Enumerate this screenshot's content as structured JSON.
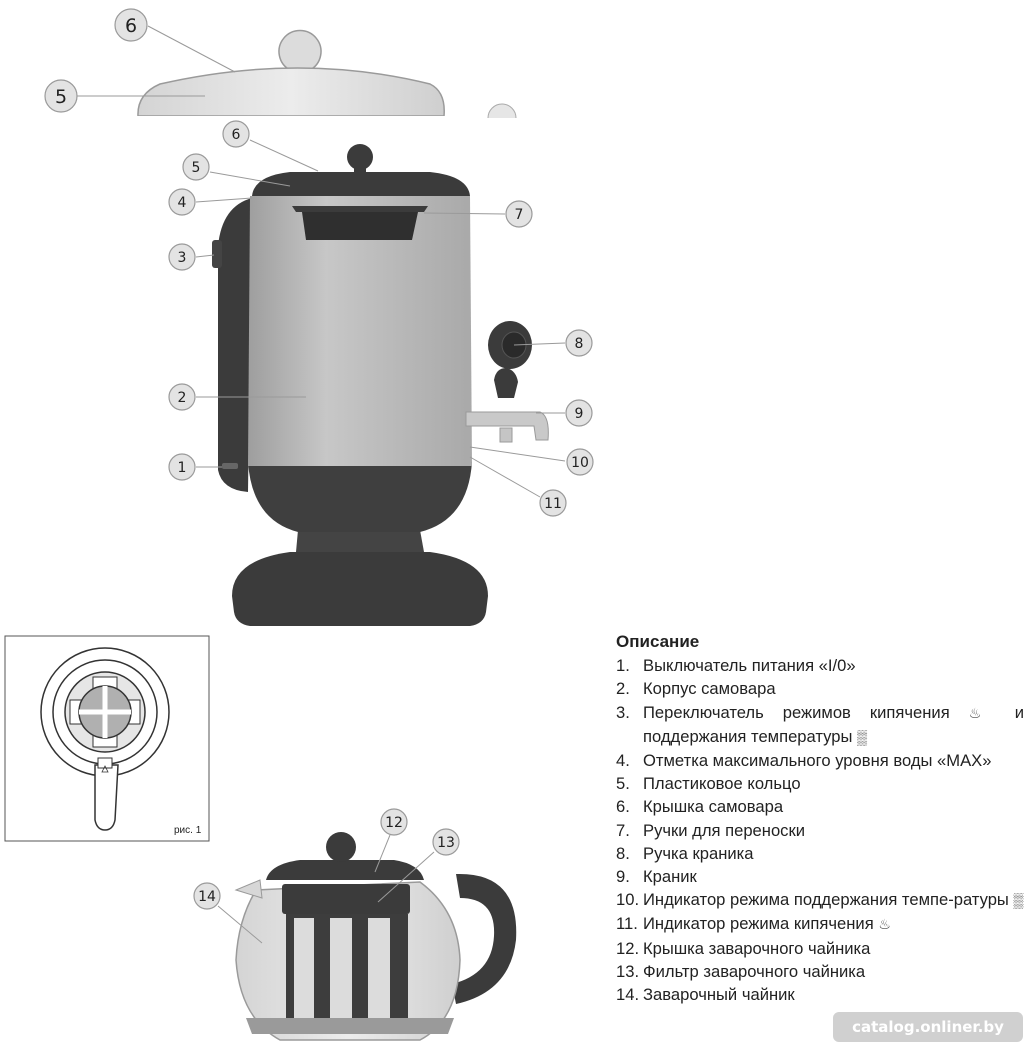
{
  "callouts": {
    "c1": "1",
    "c2": "2",
    "c3": "3",
    "c4": "4",
    "c5": "5",
    "c6": "6",
    "c7": "7",
    "c8": "8",
    "c9": "9",
    "c10": "10",
    "c11": "11",
    "c12": "12",
    "c13": "13",
    "c14": "14",
    "top5": "5",
    "top6": "6"
  },
  "figure_caption": "рис. 1",
  "description": {
    "heading": "Описание",
    "items": [
      {
        "num": "1.",
        "text": "Выключатель питания «I/0»"
      },
      {
        "num": "2.",
        "text": "Корпус самовара"
      },
      {
        "num": "3.",
        "text_a": "Переключатель режимов кипячения",
        "text_b": "и поддержания температуры",
        "icon_boil": "boil-icon",
        "icon_heat": "keep-warm-icon"
      },
      {
        "num": "4.",
        "text": "Отметка максимального уровня воды «MAX»"
      },
      {
        "num": "5.",
        "text": "Пластиковое кольцо"
      },
      {
        "num": "6.",
        "text": "Крышка самовара"
      },
      {
        "num": "7.",
        "text": "Ручки для переноски"
      },
      {
        "num": "8.",
        "text": "Ручка краника"
      },
      {
        "num": "9.",
        "text": "Краник"
      },
      {
        "num": "10.",
        "text": "Индикатор режима поддержания темпе-ратуры",
        "icon": "keep-warm-icon"
      },
      {
        "num": "11.",
        "text": "Индикатор режима кипячения",
        "icon": "boil-icon"
      },
      {
        "num": "12.",
        "text": "Крышка заварочного чайника"
      },
      {
        "num": "13.",
        "text": "Фильтр заварочного чайника"
      },
      {
        "num": "14.",
        "text": "Заварочный чайник"
      }
    ]
  },
  "watermark": "catalog.onliner.by",
  "colors": {
    "body_grey": "#b8b8b8",
    "dark_plastic": "#3b3b3b",
    "light_plastic": "#d6d6d6",
    "callout_fill": "#e3e3e3"
  }
}
